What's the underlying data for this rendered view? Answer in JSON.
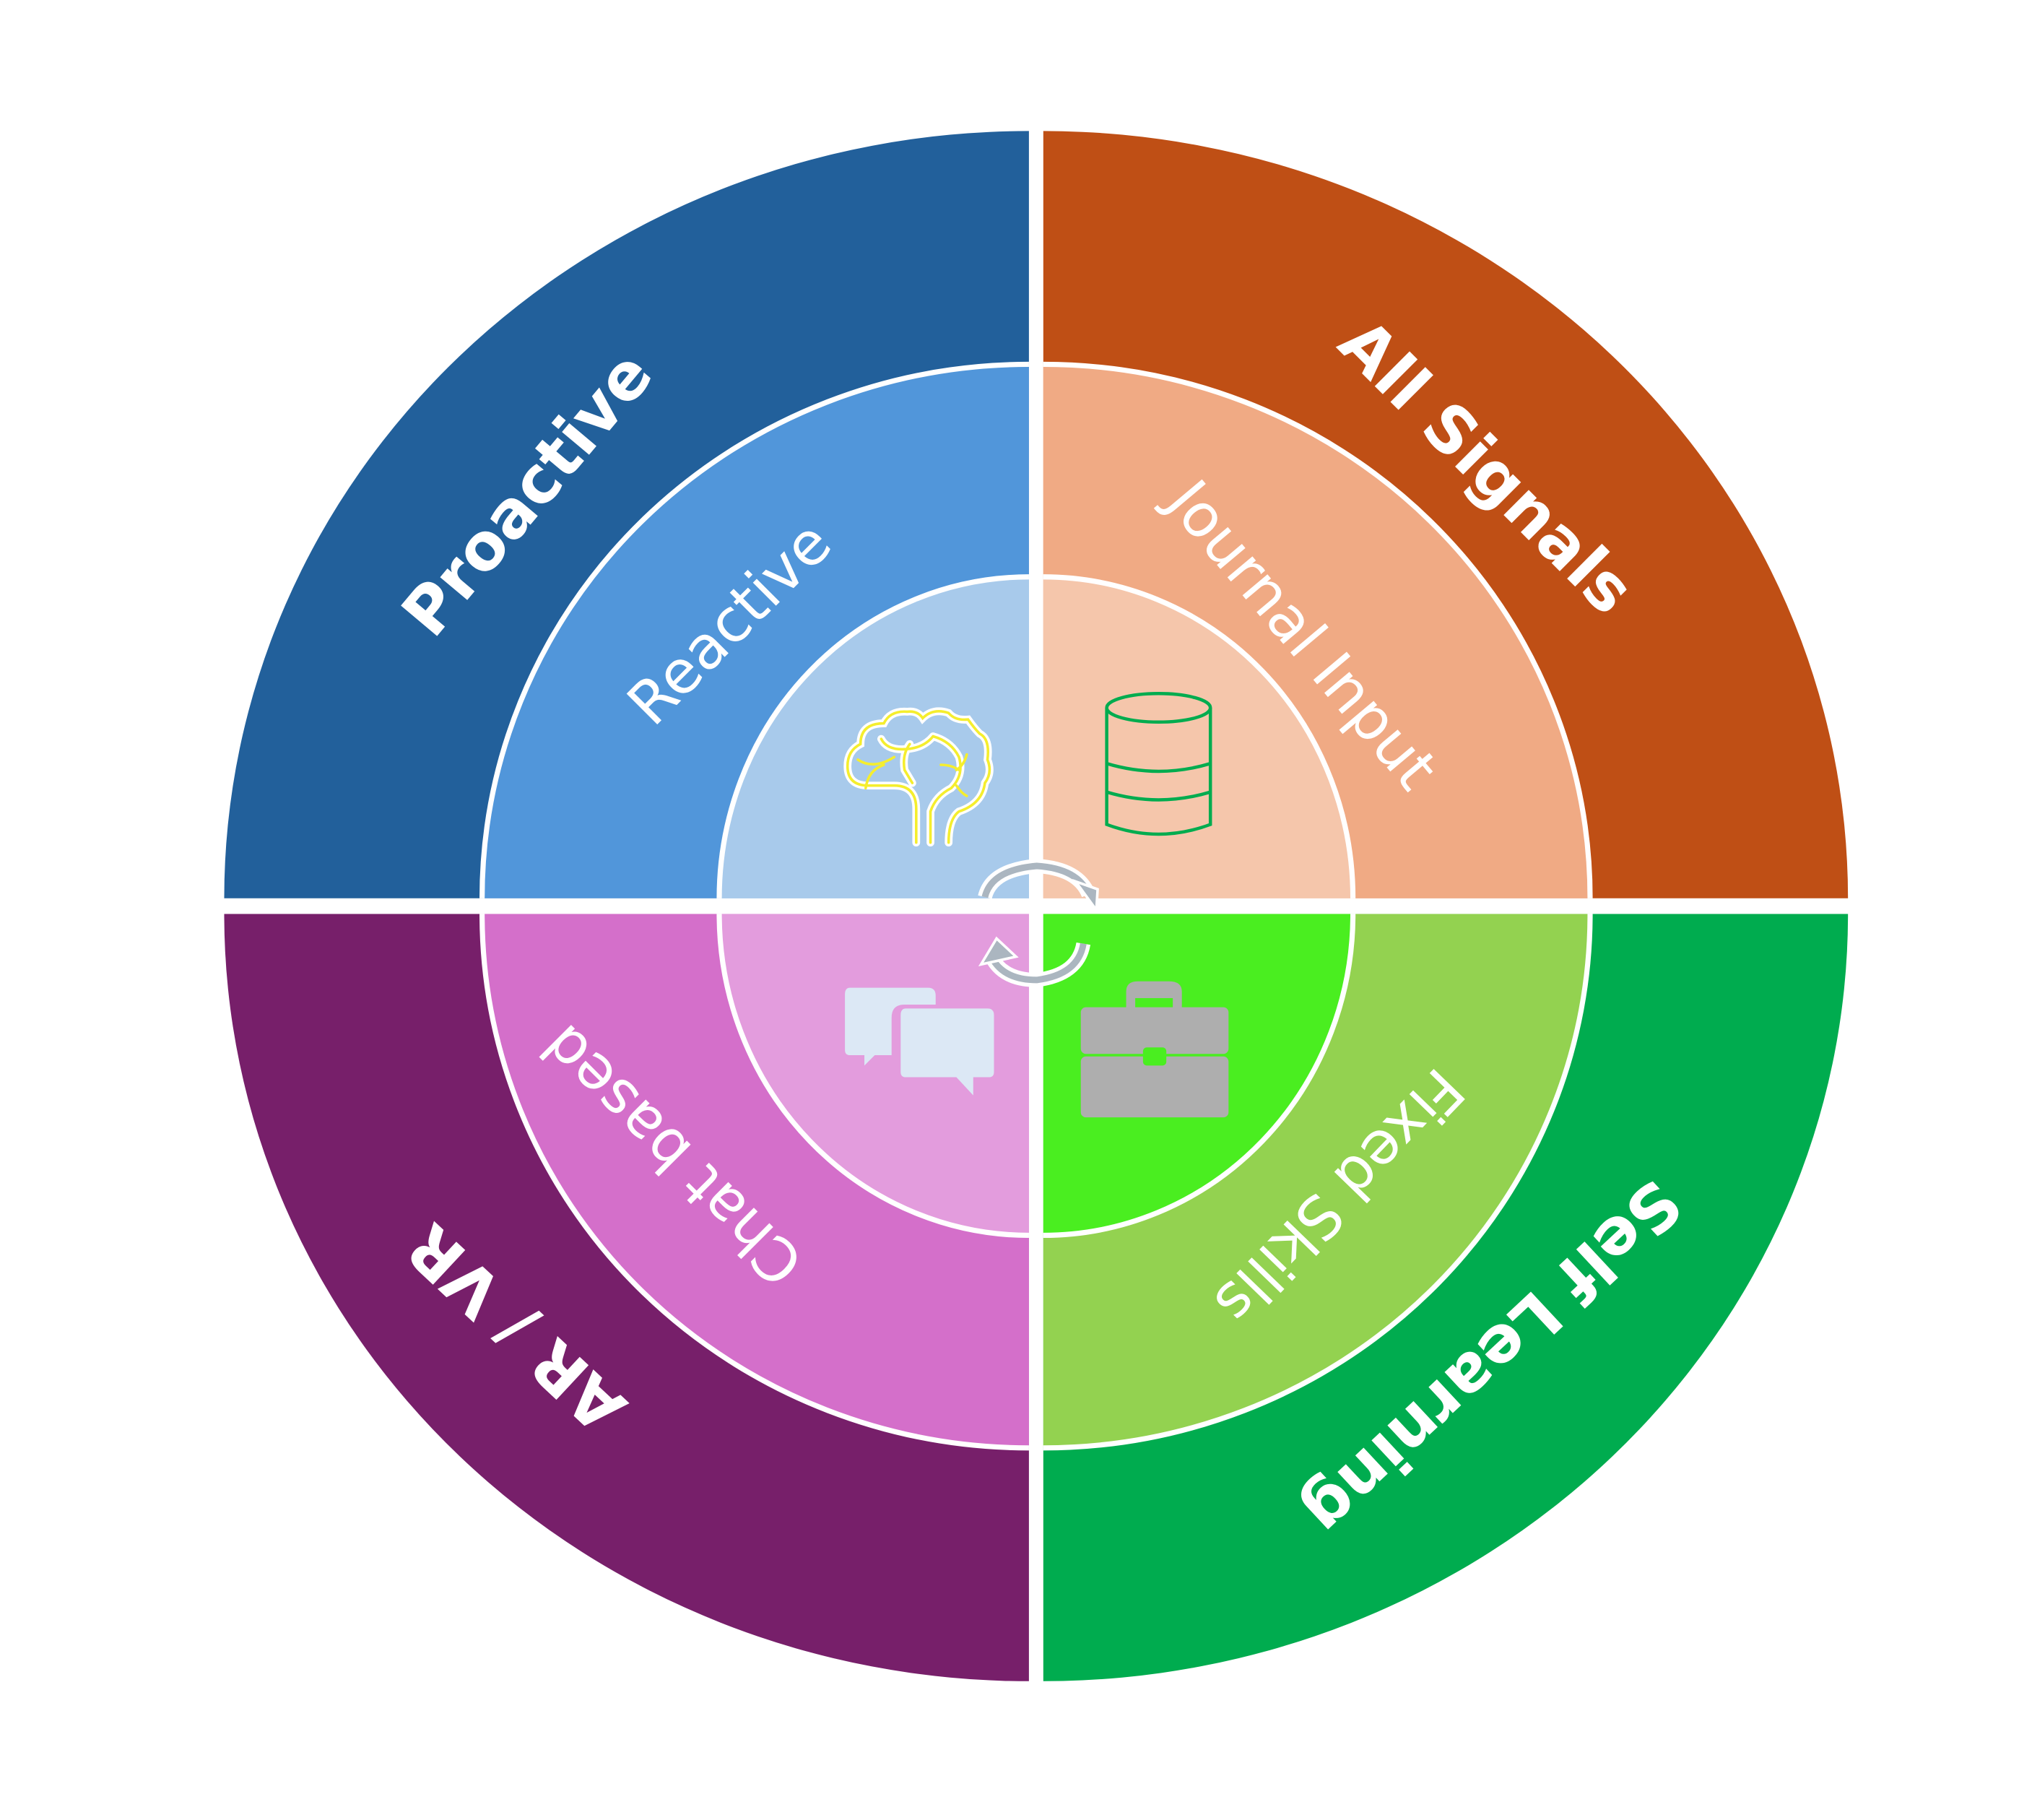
{
  "quadrants": [
    {
      "id": "tl",
      "outer_label": "Proactive",
      "inner_label": "Reactive",
      "colors": {
        "outer": "#22609B",
        "middle": "#5196DA",
        "inner": "#A8CAEB"
      },
      "icon": "brain-icon"
    },
    {
      "id": "tr",
      "outer_label": "All Signals",
      "inner_label": "Journal Input",
      "colors": {
        "outer": "#BF4F15",
        "middle": "#F0AA84",
        "inner": "#F5C6AB"
      },
      "icon": "database-icon"
    },
    {
      "id": "bl",
      "outer_label": "AR / VR",
      "inner_label": "Chat based",
      "colors": {
        "outer": "#771F6A",
        "middle": "#D46FCA",
        "inner": "#E39CDD"
      },
      "icon": "chat-bubbles-icon"
    },
    {
      "id": "br",
      "outer_label": "Self Learning",
      "inner_label": "Fixed Skills",
      "colors": {
        "outer": "#00AC4F",
        "middle": "#93D250",
        "inner": "#4AEE20"
      },
      "icon": "briefcase-icon"
    }
  ],
  "center_icon": "cycle-arrows-icon"
}
